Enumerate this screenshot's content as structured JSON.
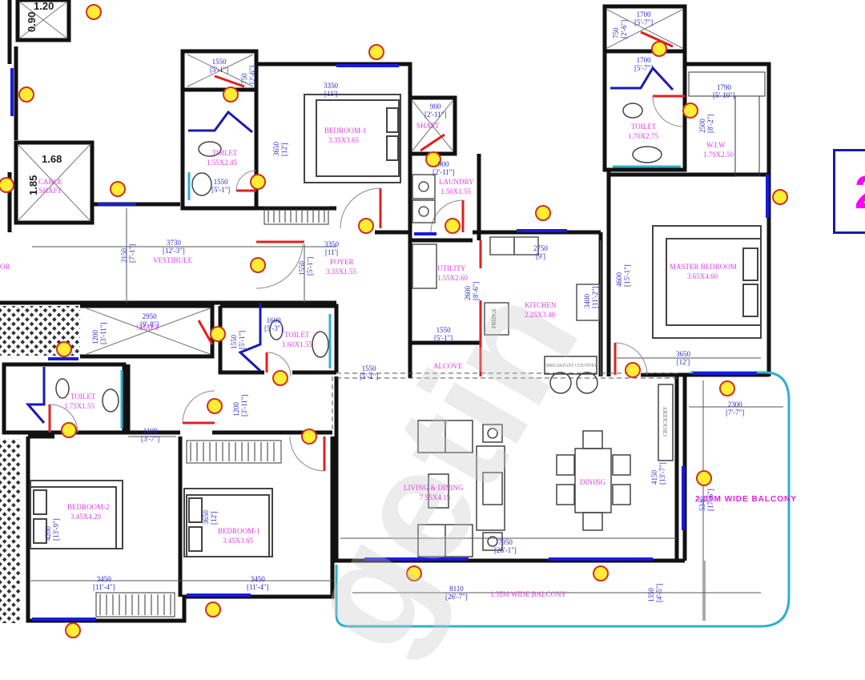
{
  "plan": {
    "type": "residential floor plan",
    "unit_tag": "2",
    "watermark": "getin",
    "rooms": [
      {
        "id": "bedroom-1-top",
        "name": "BEDROOM-1",
        "size": "3.35X3.65",
        "dims": [
          "3350 [11']",
          "3650 [12']"
        ]
      },
      {
        "id": "toilet-top-left",
        "name": "TOILET",
        "size": "1.55X2.45",
        "dims": [
          "1550 [5'-1\"]",
          "1550 [5'-1\"]"
        ]
      },
      {
        "id": "shaft-top-left",
        "name": "SHAFT",
        "dims": [
          "1550 [5'-1\"]",
          "750 [2'-6\"]"
        ]
      },
      {
        "id": "cable-shaft",
        "name": "CABLE SHAFT",
        "dims": [
          "1.68",
          "1.85"
        ]
      },
      {
        "id": "duct-top",
        "dims": [
          "1.20",
          "0.90"
        ]
      },
      {
        "id": "shaft-laundry",
        "name": "SHAFT",
        "dims": [
          "900 [2'-11\"]",
          "900 [2'-11\"]"
        ]
      },
      {
        "id": "laundry",
        "name": "LAUNDRY",
        "size": "1.50X1.55",
        "dims": [
          "900 [2'-11\"]"
        ]
      },
      {
        "id": "vestibule",
        "name": "VESTIBULE",
        "dims": [
          "3730 [12'-3\"]",
          "2150 [7'-1\"]"
        ]
      },
      {
        "id": "foyer",
        "name": "FOYER",
        "size": "3.35X1.55",
        "dims": [
          "3350 [11']",
          "1550 [5'-1\"]"
        ]
      },
      {
        "id": "utility",
        "name": "UTILITY",
        "size": "1.55X2.60",
        "dims": [
          "1550 [5'-1\"]",
          "2600 [8'-6\"]"
        ]
      },
      {
        "id": "kitchen",
        "name": "KITCHEN",
        "size": "2.25X3.40",
        "dims": [
          "2750 [9']",
          "3400 [11'-2\"]"
        ],
        "fixtures": [
          "FRIDGE",
          "BREAKFAST COUNTER"
        ]
      },
      {
        "id": "alcove",
        "name": "ALCOVE",
        "dims": [
          "1550 [5'-1\"]"
        ]
      },
      {
        "id": "toilet-master",
        "name": "TOILET",
        "size": "1.70X2.75",
        "dims": [
          "1700 [5'-7\"]",
          "1700 [5'-7\"]"
        ]
      },
      {
        "id": "shaft-master",
        "dims": [
          "1700 [5'-7\"]",
          "750 [2'-6\"]"
        ]
      },
      {
        "id": "wiw",
        "name": "W.I.W",
        "size": "1.79X2.50",
        "dims": [
          "1790 [5'-10\"]",
          "2500 [8'-2\"]"
        ]
      },
      {
        "id": "master-bedroom",
        "name": "MASTER BEDROOM",
        "size": "3.65X4.60",
        "dims": [
          "3650 [12']",
          "4600 [15'-1\"]"
        ]
      },
      {
        "id": "shaft-mid",
        "name": "SHAFT",
        "dims": [
          "2950 [9'-8\"]",
          "1200 [3'-11\"]"
        ]
      },
      {
        "id": "toilet-mid",
        "name": "TOILET",
        "size": "1.60X1.55",
        "dims": [
          "1550 [5'-1\"]",
          "1600 [5'-3\"]"
        ]
      },
      {
        "id": "toilet-left",
        "name": "TOILET",
        "size": "1.75X1.55",
        "dims": [
          "1550 [5'-1\"]"
        ]
      },
      {
        "id": "passage",
        "dims": [
          "1100 [3'-7\"]",
          "1200 [3'-11\"]"
        ]
      },
      {
        "id": "bedroom-2",
        "name": "BEDROOM-2",
        "size": "3.45X4.20",
        "dims": [
          "3450 [11'-4\"]",
          "4200 [13'-9\"]"
        ]
      },
      {
        "id": "bedroom-1-bottom",
        "name": "BEDROOM-1",
        "size": "3.45X3.65",
        "dims": [
          "3450 [11'-4\"]",
          "3650 [12']"
        ]
      },
      {
        "id": "living-dining",
        "name": "LIVING & DINING",
        "size": "7.95X4.15",
        "dims": [
          "7950 [26'-1\"]",
          "4150 [13'-7\"]"
        ],
        "fixtures": [
          "DINING",
          "CROCKERY"
        ]
      },
      {
        "id": "balcony-front",
        "name": "1.35M WIDE BALCONY",
        "dims": [
          "8110 [26'-7\"]",
          "1350 [4'-5\"]"
        ]
      },
      {
        "id": "balcony-side",
        "name": "2.30M WIDE BALCONY",
        "dims": [
          "2300 [7'-7\"]",
          "5340 [17'-6\"]"
        ]
      }
    ],
    "labels": {
      "corridor_partial": "OR",
      "bed1_top_name": "BEDROOM-1",
      "bed1_top_size": "3.35X3.65",
      "bed1_top_w": "3350\n[11']",
      "bed1_top_h": "3650\n[12']",
      "toilet_tl_name": "TOILET",
      "toilet_tl_size": "1.55X2.45",
      "toilet_tl_w": "1550\n[5'-1\"]",
      "toilet_tl_shaft_w": "1550\n[5'-1\"]",
      "toilet_tl_shaft_h": "750\n[2'-6\"]",
      "cable_name": "CABLE\nSHAFT",
      "cable_w": "1.68",
      "cable_h": "1.85",
      "duct_w": "1.20",
      "duct_h": "0.90",
      "shaft_l_w": "900\n[2'-11\"]",
      "shaft_l_name": "SHAFT",
      "laundry_w": "900\n[2'-11\"]",
      "laundry_name": "LAUNDRY",
      "laundry_size": "1.50X1.55",
      "vest_w": "3730\n[12'-3\"]",
      "vest_name": "VESTIBULE",
      "vest_h": "2150\n[7'-1\"]",
      "foyer_w": "3350\n[11']",
      "foyer_name": "FOYER",
      "foyer_size": "3.35X1.55",
      "foyer_h": "1550\n[5'-1\"]",
      "utility_name": "UTILITY",
      "utility_size": "1.55X2.60",
      "utility_h": "2600\n[8'-6\"]",
      "utility_w": "1550\n[5'-1\"]",
      "kitchen_w": "2750\n[9']",
      "kitchen_name": "KITCHEN",
      "kitchen_size": "2.25X3.40",
      "kitchen_h": "3400\n[11'-2\"]",
      "fridge": "FRIDGE",
      "breakfast": "BREAKFAST COUNTER",
      "alcove": "ALCOVE",
      "alcove_w": "1550\n[5'-1\"]",
      "mshaft_w": "1700\n[5'-7\"]",
      "mshaft_h": "750\n[2'-6\"]",
      "mtoilet_w": "1700\n[5'-7\"]",
      "mtoilet_name": "TOILET",
      "mtoilet_size": "1.70X2.75",
      "wiw_w": "1790\n[5'-10\"]",
      "wiw_name": "W.I.W",
      "wiw_size": "1.79X2.50",
      "wiw_h": "2500\n[8'-2\"]",
      "master_name": "MASTER BEDROOM",
      "master_size": "3.65X4.60",
      "master_w": "3650\n[12']",
      "master_h": "4600\n[15'-1\"]",
      "mshaft2_w": "2950\n[9'-8\"]",
      "mshaft2_name": "SHAFT",
      "mshaft2_h": "1200\n[3'-11\"]",
      "tmid_name": "TOILET",
      "tmid_size": "1.60X1.55",
      "tmid_w": "1600\n[5'-3\"]",
      "tmid_h": "1550\n[5'-1\"]",
      "tleft_name": "TOILET",
      "tleft_size": "1.75X1.55",
      "pass_w": "1100\n[3'-7\"]",
      "pass_h": "1200\n[3'-11\"]",
      "bed2_name": "BEDROOM-2",
      "bed2_size": "3.45X4.20",
      "bed2_w": "3450\n[11'-4\"]",
      "bed2_h": "4200\n[13'-9\"]",
      "bed1b_name": "BEDROOM-1",
      "bed1b_size": "3.45X3.65",
      "bed1b_w": "3450\n[11'-4\"]",
      "bed1b_h": "3650\n[12']",
      "living_name": "LIVING & DINING",
      "living_size": "7.95X4.15",
      "living_w": "7950\n[26'-1\"]",
      "living_h": "4150\n[13'-7\"]",
      "dining": "DINING",
      "crockery": "CROCKERY",
      "balc_front_name": "1.35M WIDE BALCONY",
      "balc_front_w": "8110\n[26'-7\"]",
      "balc_front_h": "1350\n[4'-5\"]",
      "balc_side_name": "2.30M WIDE BALCONY",
      "balc_side_w": "2300\n[7'-7\"]",
      "balc_side_h": "5340\n[17'-6\"]"
    },
    "colors": {
      "wall": "#111111",
      "room_label": "#e040e0",
      "dimension": "#2a2ad0",
      "window": "#1a1ae0",
      "window_sill": "#e02020",
      "door_swing": "#e02020",
      "light_fill": "#ffee33",
      "light_ring": "#d03020",
      "glass_rail": "#30b0d0",
      "unit_tag": "#ff00ff"
    }
  }
}
